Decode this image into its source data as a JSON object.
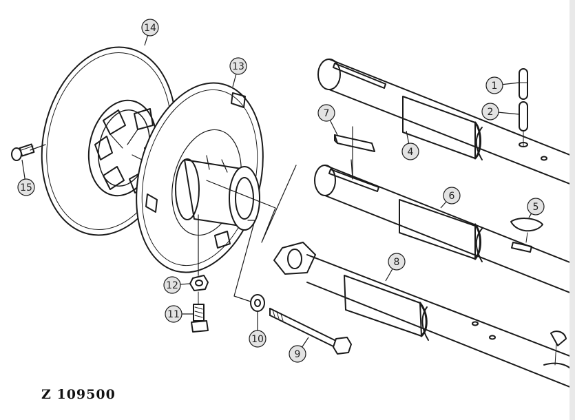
{
  "drawing_number": "Z 109500",
  "colors": {
    "ink": "#1a1a1a",
    "callout_fill": "#e3e3e3",
    "paper": "#ffffff",
    "edge_strip": "#e9e9e9"
  },
  "callouts": [
    {
      "num": "1"
    },
    {
      "num": "2"
    },
    {
      "num": "4"
    },
    {
      "num": "5"
    },
    {
      "num": "6"
    },
    {
      "num": "7"
    },
    {
      "num": "8"
    },
    {
      "num": "9"
    },
    {
      "num": "10"
    },
    {
      "num": "11"
    },
    {
      "num": "12"
    },
    {
      "num": "13"
    },
    {
      "num": "14"
    },
    {
      "num": "15"
    }
  ]
}
